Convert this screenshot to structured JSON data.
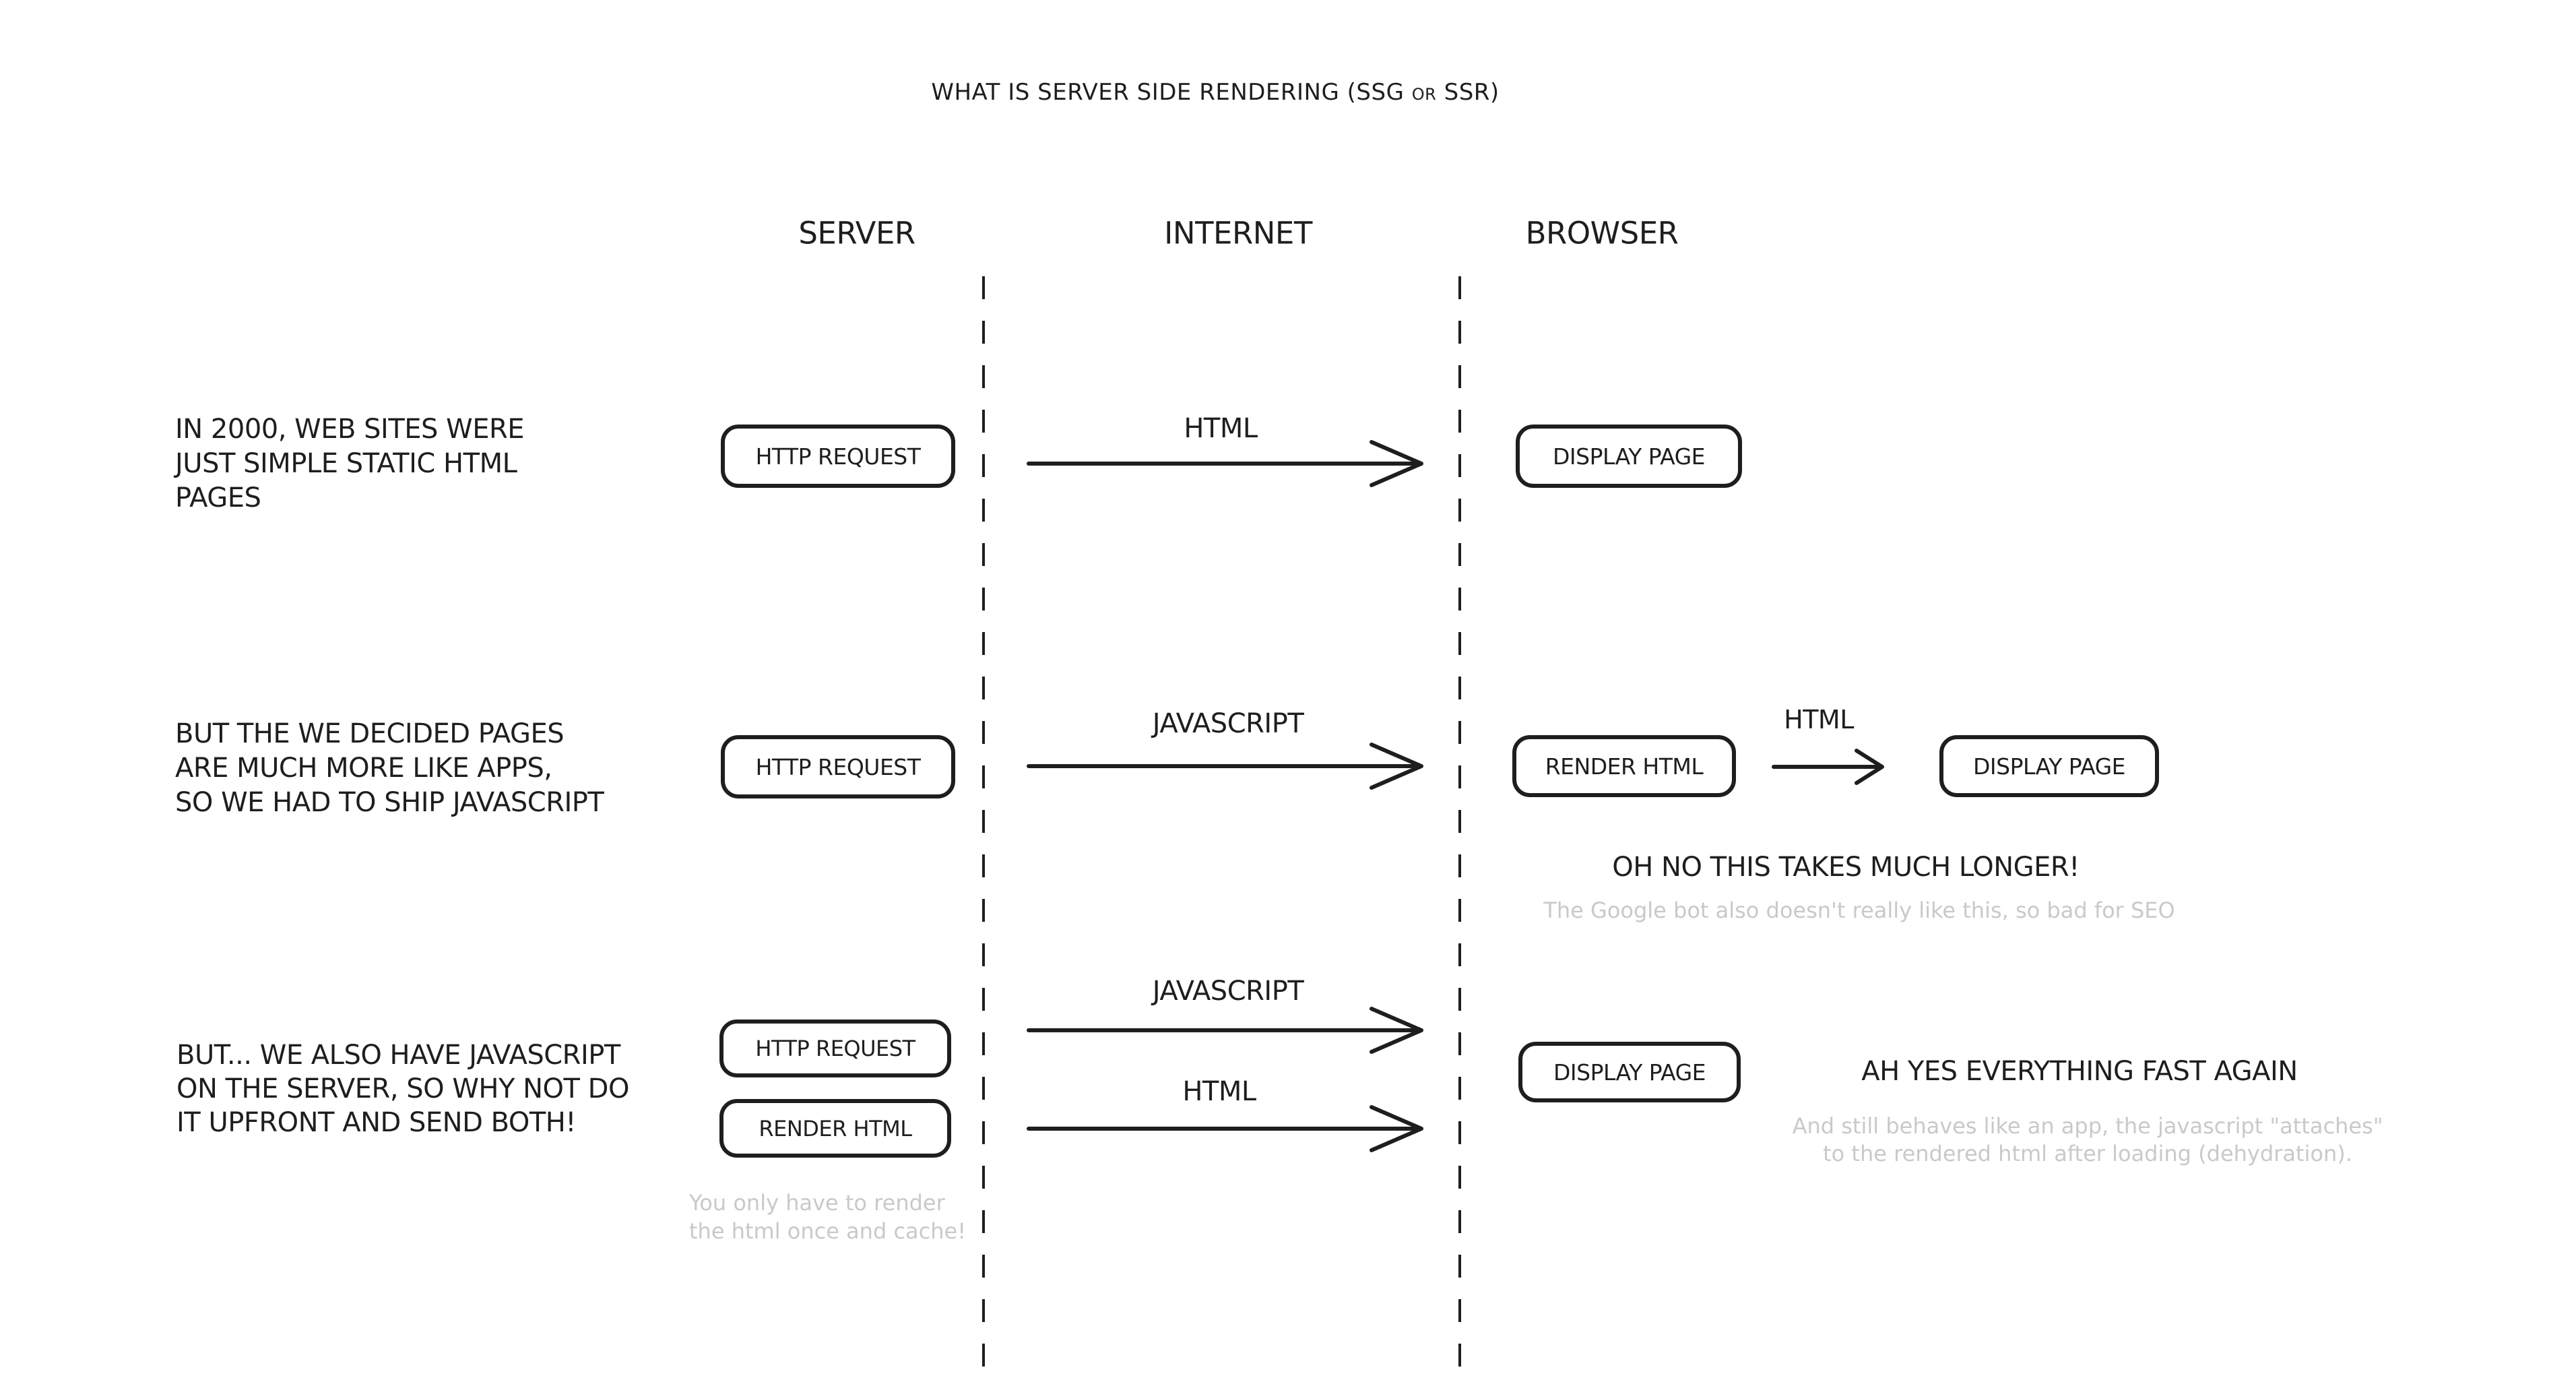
{
  "title": "WHAT IS SERVER SIDE RENDERING (SSG or SSR)",
  "columns": {
    "server": "SERVER",
    "internet": "INTERNET",
    "browser": "BROWSER"
  },
  "rows": [
    {
      "lines": [
        "IN 2000, WEB SITES WERE",
        "JUST SIMPLE STATIC HTML",
        "PAGES"
      ],
      "server_box": "HTTP REQUEST",
      "internet_arrow_label": "HTML",
      "browser_box": "DISPLAY PAGE"
    },
    {
      "lines": [
        "BUT THE WE DECIDED PAGES",
        "ARE MUCH MORE LIKE APPS,",
        "SO WE HAD TO SHIP JAVASCRIPT"
      ],
      "server_box": "HTTP REQUEST",
      "internet_arrow_label": "JAVASCRIPT",
      "render_box": "RENDER HTML",
      "browser_arrow_label": "HTML",
      "browser_box": "DISPLAY PAGE",
      "comment": "OH NO THIS TAKES MUCH LONGER!",
      "note": "The Google bot also doesn't really like this, so bad for SEO"
    },
    {
      "lines": [
        "BUT... WE ALSO HAVE JAVASCRIPT",
        "ON THE SERVER, SO WHY NOT DO",
        "IT UPFRONT AND SEND BOTH!"
      ],
      "server_box": "HTTP REQUEST",
      "server_box2": "RENDER HTML",
      "server_note": [
        "You only have to render",
        "the html once and cache!"
      ],
      "internet_arrow_top_label": "JAVASCRIPT",
      "internet_arrow_bottom_label": "HTML",
      "browser_box": "DISPLAY PAGE",
      "comment": "AH YES EVERYTHING FAST AGAIN",
      "note": [
        "And still behaves like an app, the javascript \"attaches\"",
        "to the rendered html after loading (dehydration)."
      ]
    }
  ],
  "colors": {
    "ink": "#1e1e1e",
    "muted": "#c9c9c9",
    "background": "#ffffff"
  }
}
